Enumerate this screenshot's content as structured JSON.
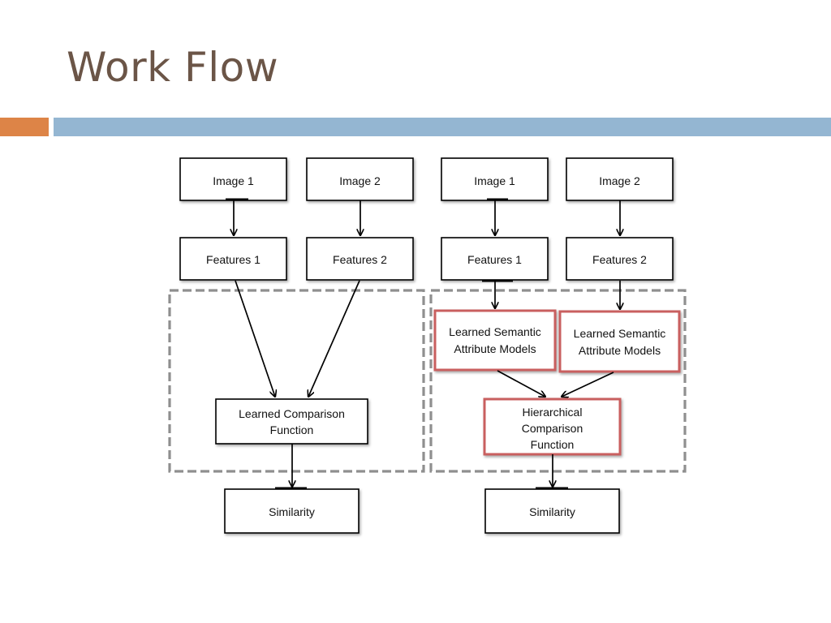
{
  "slide": {
    "title": "Work Flow"
  },
  "diagram": {
    "left": {
      "image1": "Image 1",
      "image2": "Image 2",
      "features1": "Features 1",
      "features2": "Features 2",
      "comparison": [
        "Learned Comparison",
        "Function"
      ],
      "similarity": "Similarity"
    },
    "right": {
      "image1": "Image 1",
      "image2": "Image 2",
      "features1": "Features 1",
      "features2": "Features 2",
      "attr1": [
        "Learned Semantic",
        "Attribute Models"
      ],
      "attr2": [
        "Learned Semantic",
        "Attribute Models"
      ],
      "hierarchical": [
        "Hierarchical",
        "Comparison",
        "Function"
      ],
      "similarity": "Similarity"
    }
  },
  "colors": {
    "title": "#6b5547",
    "accent": "#dd8447",
    "rule": "#94b6d2",
    "highlight": "#c95f5f",
    "dashed": "#8f8f8f"
  }
}
